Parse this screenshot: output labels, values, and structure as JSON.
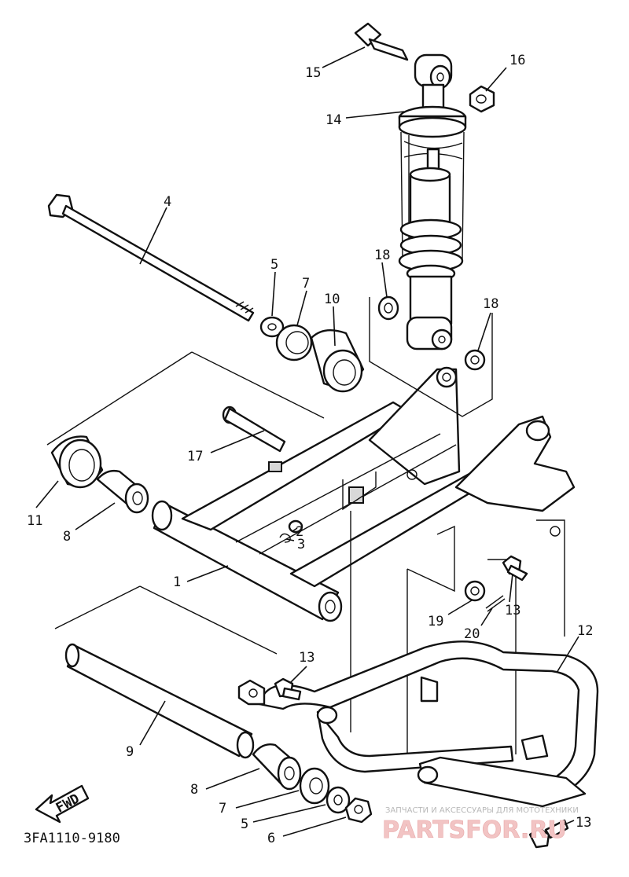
{
  "diagram": {
    "code": "3FA1110-9180",
    "fwd_label": "FWD",
    "watermark": {
      "line1": "ЗАПЧАСТИ И АКСЕССУАРЫ ДЛЯ МОТОТЕХНИКИ",
      "line2": "PARTSFOR.RU"
    },
    "callouts": [
      {
        "id": "c15",
        "text": "15"
      },
      {
        "id": "c16",
        "text": "16"
      },
      {
        "id": "c14",
        "text": "14"
      },
      {
        "id": "c4",
        "text": "4"
      },
      {
        "id": "c18a",
        "text": "18"
      },
      {
        "id": "c5a",
        "text": "5"
      },
      {
        "id": "c7a",
        "text": "7"
      },
      {
        "id": "c10",
        "text": "10"
      },
      {
        "id": "c18b",
        "text": "18"
      },
      {
        "id": "c17",
        "text": "17"
      },
      {
        "id": "c11",
        "text": "11"
      },
      {
        "id": "c8a",
        "text": "8"
      },
      {
        "id": "c2",
        "text": "2"
      },
      {
        "id": "c3",
        "text": "3"
      },
      {
        "id": "c1",
        "text": "1"
      },
      {
        "id": "c19",
        "text": "19"
      },
      {
        "id": "c13a",
        "text": "13"
      },
      {
        "id": "c20",
        "text": "20"
      },
      {
        "id": "c12",
        "text": "12"
      },
      {
        "id": "c13b",
        "text": "13"
      },
      {
        "id": "c9",
        "text": "9"
      },
      {
        "id": "c8b",
        "text": "8"
      },
      {
        "id": "c7b",
        "text": "7"
      },
      {
        "id": "c5b",
        "text": "5"
      },
      {
        "id": "c6",
        "text": "6"
      },
      {
        "id": "c13c",
        "text": "13"
      }
    ]
  }
}
